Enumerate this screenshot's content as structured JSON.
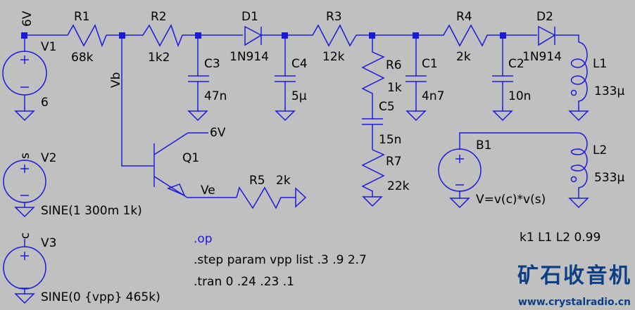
{
  "schematic": {
    "nets": {
      "supply": "6V",
      "base": "Vb",
      "emitter": "Ve",
      "q1_collector": "6V"
    },
    "components": {
      "V1": {
        "name": "V1",
        "value": "6"
      },
      "V2": {
        "name": "V2",
        "value": "SINE(1 300m 1k)",
        "node": "s"
      },
      "V3": {
        "name": "V3",
        "value": "SINE(0 {vpp} 465k)",
        "node": "c"
      },
      "R1": {
        "name": "R1",
        "value": "68k"
      },
      "R2": {
        "name": "R2",
        "value": "1k2"
      },
      "R3": {
        "name": "R3",
        "value": "12k"
      },
      "R4": {
        "name": "R4",
        "value": "2k"
      },
      "R5": {
        "name": "R5",
        "value": "2k"
      },
      "R6": {
        "name": "R6",
        "value": "1k"
      },
      "R7": {
        "name": "R7",
        "value": "22k"
      },
      "C1": {
        "name": "C1",
        "value": "4n7"
      },
      "C2": {
        "name": "C2",
        "value": "10n"
      },
      "C3": {
        "name": "C3",
        "value": "47n"
      },
      "C4": {
        "name": "C4",
        "value": "5μ"
      },
      "C5": {
        "name": "C5",
        "value": "15n"
      },
      "D1": {
        "name": "D1",
        "value": "1N914"
      },
      "D2": {
        "name": "D2",
        "value": "1N914"
      },
      "L1": {
        "name": "L1",
        "value": "133μ"
      },
      "L2": {
        "name": "L2",
        "value": "533μ"
      },
      "Q1": {
        "name": "Q1"
      },
      "B1": {
        "name": "B1",
        "value": "V=v(c)*v(s)"
      }
    },
    "directives": {
      "op": ".op",
      "step": ".step param vpp list .3 .9 2.7",
      "tran": ".tran 0 .24 .23 .1",
      "coupling": "k1 L1 L2 0.99"
    },
    "colors": {
      "wire": "#1a1adc",
      "background": "#c0c0c0",
      "text": "#000000",
      "logo": "#0d3f86"
    }
  },
  "watermark": {
    "title": "矿石收音机",
    "url": "www.crystalradio.cn"
  }
}
